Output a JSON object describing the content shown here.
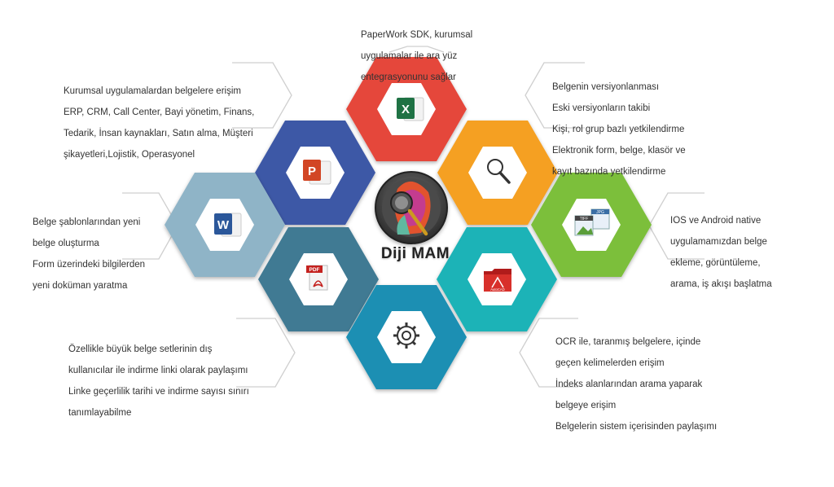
{
  "brand": {
    "name": "Diji MAM"
  },
  "colors": {
    "red": "#e5473b",
    "orange": "#f5a024",
    "green": "#7cbf3a",
    "teal": "#1fb3b7",
    "blue_teal": "#1b8fb3",
    "steel": "#3f7a93",
    "grey_blue": "#8fb4c7",
    "navy": "#3d58a6"
  },
  "nodes": [
    {
      "id": "excel",
      "icon": "excel-icon",
      "color": "#e5473b"
    },
    {
      "id": "powerpoint",
      "icon": "powerpoint-icon",
      "color": "#3d58a6"
    },
    {
      "id": "search",
      "icon": "magnifier-icon",
      "color": "#f5a024"
    },
    {
      "id": "word",
      "icon": "word-icon",
      "color": "#8fb4c7"
    },
    {
      "id": "images",
      "icon": "image-files-icon",
      "color": "#7cbf3a"
    },
    {
      "id": "pdf",
      "icon": "pdf-icon",
      "color": "#3f7a93"
    },
    {
      "id": "autocad",
      "icon": "autocad-icon",
      "color": "#1fb3b7"
    },
    {
      "id": "settings",
      "icon": "gear-icon",
      "color": "#1b8fb3"
    }
  ],
  "icon_labels": {
    "tiff": "TIFF",
    "jpg": "JPG",
    "pdf": "PDF",
    "autocad": "AutoCAD"
  },
  "texts": {
    "top": [
      "PaperWork SDK, kurumsal",
      "uygulamalar ile ara yüz",
      "entegrasyonunu sağlar"
    ],
    "top_left": [
      "Kurumsal uygulamalardan belgelere erişim",
      "ERP, CRM, Call Center, Bayi yönetim, Finans,",
      "Tedarik, İnsan kaynakları, Satın alma, Müşteri",
      "şikayetleri,Lojistik, Operasyonel"
    ],
    "top_right": [
      "Belgenin versiyonlanması",
      "Eski versiyonların takibi",
      "Kişi, rol grup bazlı yetkilendirme",
      "Elektronik form, belge, klasör ve",
      "kayıt bazında yetkilendirme"
    ],
    "left": [
      "Belge şablonlarından yeni",
      "belge oluşturma",
      "Form üzerindeki bilgilerden",
      "yeni doküman yaratma"
    ],
    "right": [
      "IOS ve Android native",
      "uygulamamızdan belge",
      "ekleme, görüntüleme,",
      "arama, iş akışı başlatma"
    ],
    "bottom_left": [
      "Özellikle büyük belge setlerinin dış",
      "kullanıcılar ile indirme linki olarak paylaşımı",
      "Linke geçerlilik tarihi ve indirme sayısı sınırı",
      "tanımlayabilme"
    ],
    "bottom_right": [
      "OCR ile, taranmış belgelere, içinde",
      "geçen kelimelerden erişim",
      "İndeks alanlarından arama yaparak",
      "belgeye erişim",
      "Belgelerin sistem içerisinden paylaşımı"
    ]
  }
}
